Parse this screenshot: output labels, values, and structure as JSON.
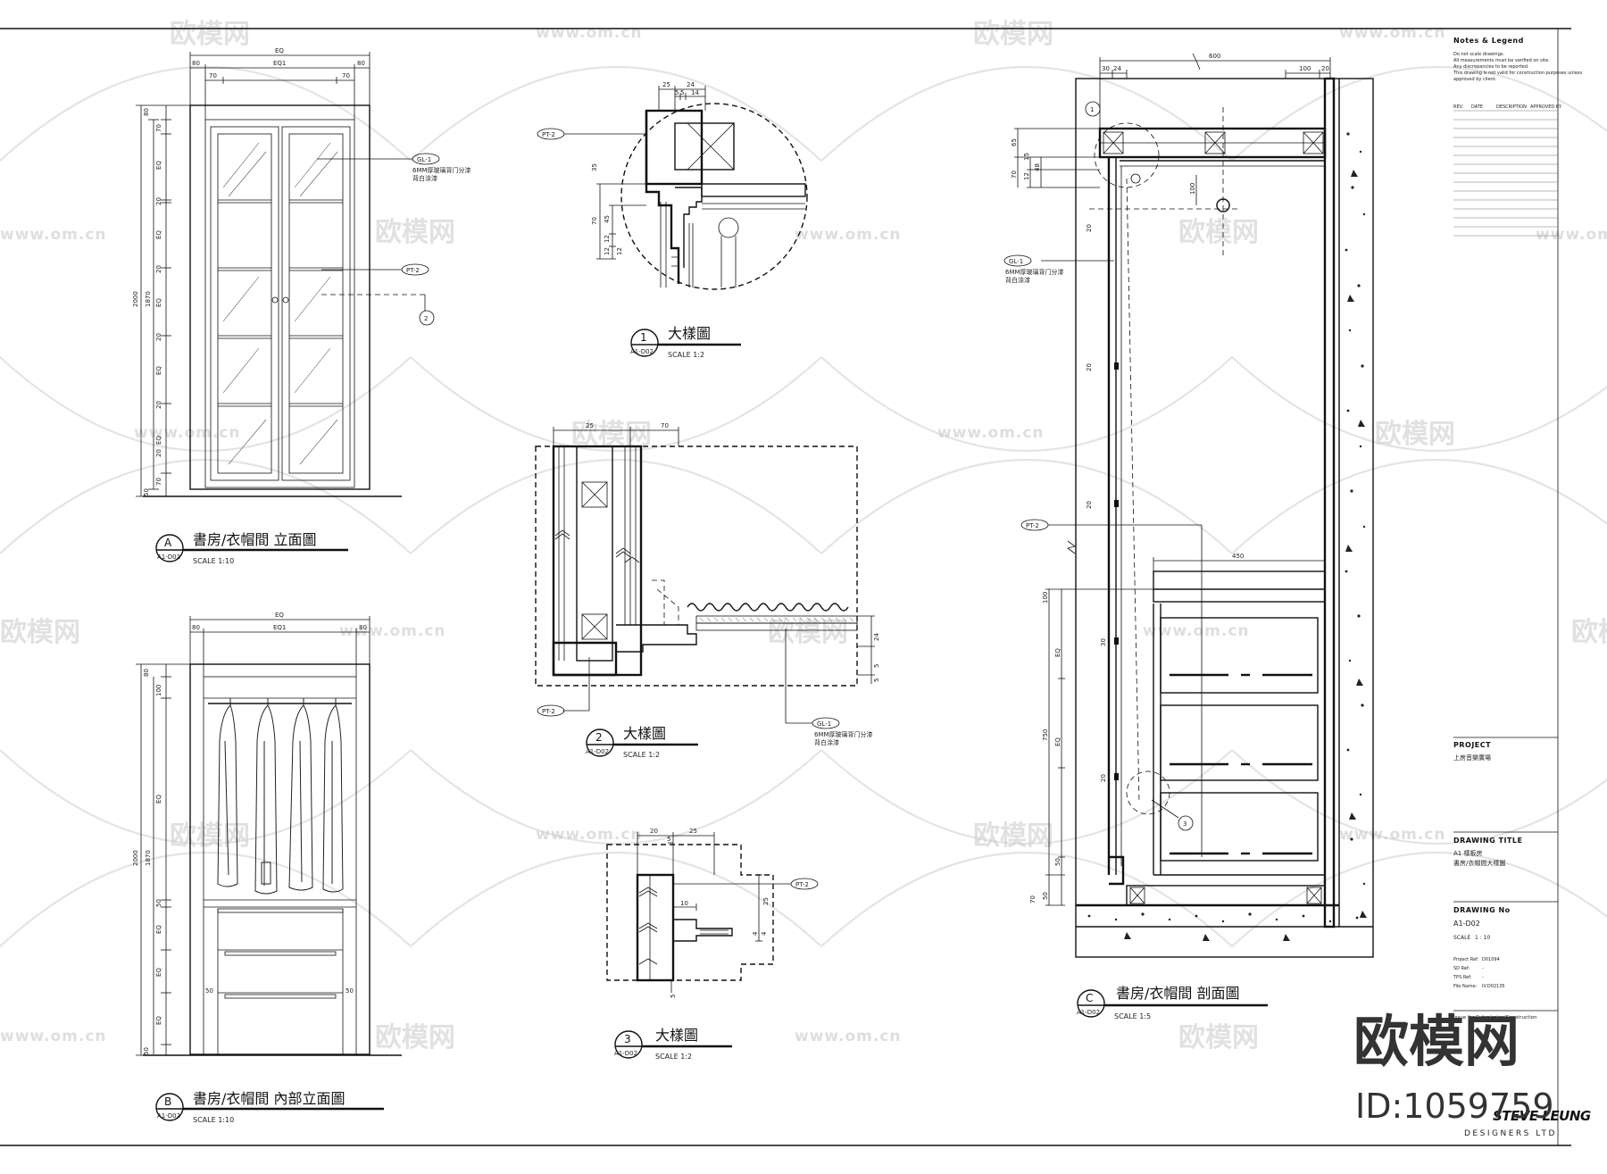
{
  "watermark": {
    "brand": "欧模网",
    "url": "www.om.cn",
    "id": "ID:1059759"
  },
  "elevation_a": {
    "tag": "A",
    "ref": "A1-D02",
    "title": "書房/衣帽間 立面圖",
    "scale": "SCALE 1:10",
    "dims_top": [
      "EQ",
      "80",
      "EQ1",
      "80",
      "70",
      "70"
    ],
    "dims_left": [
      "80",
      "70",
      "EQ",
      "20",
      "EQ",
      "20",
      "EQ",
      "20",
      "EQ",
      "20",
      "EQ",
      "20",
      "70",
      "50",
      "2000",
      "1870"
    ],
    "tags": [
      "GL-1",
      "PT-2",
      "2"
    ],
    "gl_note": [
      "6MM厚玻璃背门分漆",
      "背白涂漆"
    ]
  },
  "elevation_b": {
    "tag": "B",
    "ref": "A1-D02",
    "title": "書房/衣帽間 內部立面圖",
    "scale": "SCALE 1:10",
    "dims_top": [
      "EQ",
      "80",
      "EQ1",
      "80"
    ],
    "dims_left": [
      "80",
      "100",
      "EQ",
      "50",
      "EQ",
      "EQ",
      "EQ",
      "50",
      "2000",
      "1870"
    ],
    "dims_inner": [
      "50",
      "50"
    ]
  },
  "detail_1": {
    "tag": "1",
    "ref": "A1-D02",
    "title": "大樣圖",
    "scale": "SCALE 1:2",
    "dims": [
      "25",
      "24",
      "5",
      "5",
      "14",
      "35",
      "45",
      "70",
      "12",
      "12",
      "12"
    ],
    "tags": [
      "PT-2"
    ]
  },
  "detail_2": {
    "tag": "2",
    "ref": "A1-D02",
    "title": "大樣圖",
    "scale": "SCALE 1:2",
    "dims": [
      "25",
      "70",
      "24",
      "5",
      "5"
    ],
    "tags": [
      "PT-2",
      "GL-1"
    ],
    "gl_note": [
      "6MM厚玻璃背门分漆",
      "背白涂漆"
    ]
  },
  "detail_3": {
    "tag": "3",
    "ref": "A1-D02",
    "title": "大樣圖",
    "scale": "SCALE 1:2",
    "dims": [
      "20",
      "25",
      "5",
      "10",
      "25",
      "5",
      "4",
      "4"
    ],
    "tags": [
      "PT-2"
    ]
  },
  "section_c": {
    "tag": "C",
    "ref": "A1-D02",
    "title": "書房/衣帽間 剖面圖",
    "scale": "SCALE 1:5",
    "dims_top": [
      "600",
      "30",
      "24",
      "100",
      "20"
    ],
    "dims_left": [
      "65",
      "15",
      "70",
      "48",
      "12",
      "100",
      "20",
      "20",
      "100",
      "EQ",
      "750",
      "EQ",
      "50",
      "70",
      "50",
      "30",
      "20",
      "20"
    ],
    "dims_shelf": [
      "450"
    ],
    "tags": [
      "1",
      "GL-1",
      "PT-2",
      "3"
    ],
    "gl_note": [
      "6MM厚玻璃背门分漆",
      "背白涂漆"
    ]
  },
  "title_block": {
    "notes_heading": "Notes & Legend",
    "notes_lines": [
      "Do not scale drawings.",
      "All measurements must be verified on site.",
      "Any discrepancies to be reported.",
      "This drawing is not valid for construction purposes unless",
      "approved by client."
    ],
    "rev_headers": [
      "REV.",
      "DATE",
      "DESCRIPTION",
      "APPROVED BY"
    ],
    "project_label": "PROJECT",
    "project_value": "上房音樂廣場",
    "drawing_title_label": "DRAWING TITLE",
    "drawing_title_lines": [
      "A1 樣板房",
      "書房/衣帽間大樣圖"
    ],
    "drawing_no_label": "DRAWING No",
    "drawing_no": "A1-D02",
    "scale_label": "SCALE",
    "scale_value": "1 : 10",
    "refs": [
      {
        "label": "Project Ref:",
        "value": "D01094"
      },
      {
        "label": "SD Ref:",
        "value": "-"
      },
      {
        "label": "TPS Ref:",
        "value": "-"
      },
      {
        "label": "File Name:",
        "value": "IV.D02135"
      }
    ],
    "issue_note": "Issue for Submission/Construction",
    "firm_name": "STEVE LEUNG",
    "firm_sub": "DESIGNERS LTD"
  },
  "colors": {
    "ink": "#111111",
    "watermark": "#c9c9c9",
    "paper": "#ffffff"
  }
}
